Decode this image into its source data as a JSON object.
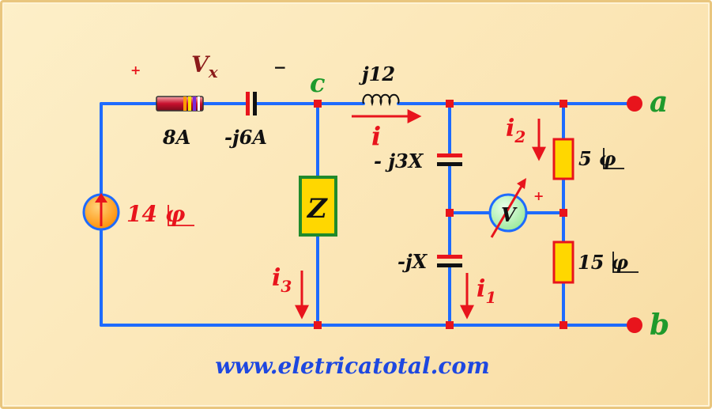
{
  "colors": {
    "wire": "#1e6bff",
    "node": "#e8141c",
    "green_text": "#1f9a2c",
    "red_text": "#e8141c",
    "dark_text": "#111111",
    "maroon_text": "#8b1a1a",
    "link_text": "#1e48e0",
    "resistor_fill": "#ffd700",
    "z_fill": "#ffd700",
    "z_border": "#1f8a2c"
  },
  "labels": {
    "vx": "V",
    "vx_sub": "x",
    "plus_left": "+",
    "minus_right": "−",
    "node_c": "c",
    "node_a": "a",
    "node_b": "b",
    "inductor": "j12",
    "resistor_8": "8A",
    "capacitor_j6": "-j6A",
    "current_i": "i",
    "cap_j3x": "- j3X",
    "cap_jx": "-jX",
    "i2": "i",
    "i2_sub": "2",
    "i1": "i",
    "i1_sub": "1",
    "i3": "i",
    "i3_sub": "3",
    "r5": "5",
    "r15": "15",
    "phase_symbol": "φ",
    "source": "14",
    "z_box": "Z",
    "voltmeter": "V",
    "voltmeter_plus": "+"
  },
  "footer": {
    "website": "www.eletricatotal.com"
  }
}
